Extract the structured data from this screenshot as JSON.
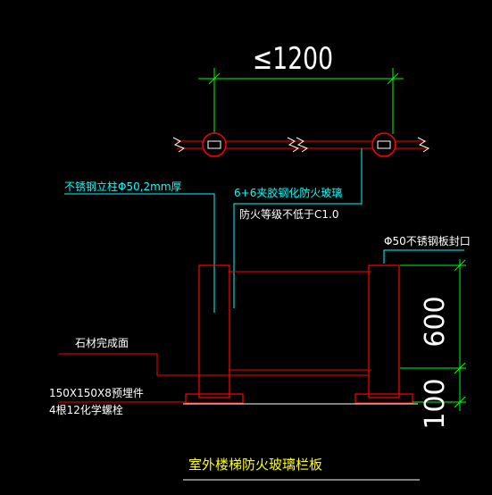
{
  "colors": {
    "background": "#000000",
    "dimension": "#00ff00",
    "leader": "#00ffff",
    "post": "#ff0000",
    "text_white": "#ffffff",
    "text_cyan": "#00ffff",
    "title_yellow": "#ffff00"
  },
  "labels": {
    "top_dimension": "≤1200",
    "post_spec": "不锈钢立柱Φ50,2mm厚",
    "glass_spec_line1": "6+6夹胶钢化防火玻璃",
    "glass_spec_line2": "防火等级不低于C1.0",
    "cap_spec": "Φ50不锈钢板封口",
    "stone_finish": "石材完成面",
    "embed_line1": "150X150X8预埋件",
    "embed_line2": "4根12化学螺栓",
    "dim_600": "600",
    "dim_100": "100",
    "title": "室外楼梯防火玻璃栏板"
  }
}
